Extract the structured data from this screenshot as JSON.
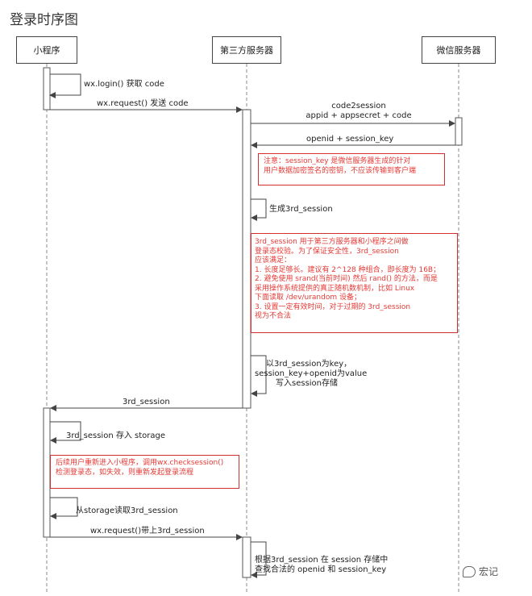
{
  "title": "登录时序图",
  "actors": {
    "mini_program": "小程序",
    "third_party_server": "第三方服务器",
    "wechat_server": "微信服务器"
  },
  "messages": {
    "m1": "wx.login() 获取 code",
    "m2": "wx.request() 发送 code",
    "m3_line1": "code2session",
    "m3_line2": "appid + appsecret + code",
    "m4": "openid + session_key",
    "m5": "生成3rd_session",
    "m6_line1": "以3rd_session为key，",
    "m6_line2": "session_key+openid为value",
    "m6_line3": "写入session存储",
    "m7": "3rd_session",
    "m8": "3rd_session 存入 storage",
    "m9": "从storage读取3rd_session",
    "m10": "wx.request()带上3rd_session",
    "m11_line1": "根据3rd_session 在 session 存储中",
    "m11_line2": "查找合法的 openid 和 session_key"
  },
  "notes": {
    "note1": [
      "注意：session_key 是微信服务器生成的针对",
      "用户数据加密签名的密钥，不应该传输到客户端"
    ],
    "note2": [
      "3rd_session 用于第三方服务器和小程序之间做",
      "登录态校验。为了保证安全性，3rd_session",
      "应该满足：",
      "1. 长度足够长。建议有 2^128 种组合，即长度为 16B；",
      "2. 避免使用 srand(当前时间) 然后 rand() 的方法，而是",
      "采用操作系统提供的真正随机数机制，比如 Linux",
      "下面读取 /dev/urandom 设备；",
      "3. 设置一定有效时间，对于过期的 3rd_session",
      "视为不合法"
    ],
    "note3": [
      "后续用户重新进入小程序，调用wx.checksession()",
      "检测登录态，如失效，则重新发起登录流程"
    ]
  },
  "watermark": "宏记",
  "colors": {
    "note_border": "#d62d2d",
    "note_text": "#e53935",
    "line": "#444444"
  }
}
